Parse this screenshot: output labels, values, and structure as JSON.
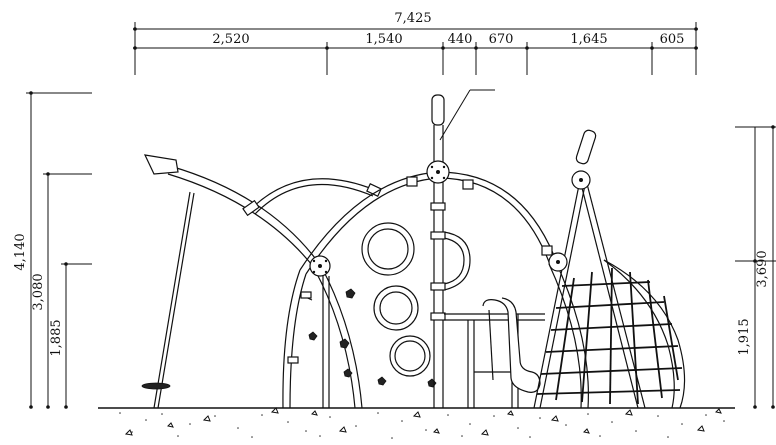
{
  "dimensions": {
    "overall_width": "7,425",
    "segments": [
      "2,520",
      "1,540",
      "440",
      "670",
      "1,645",
      "605"
    ],
    "left_heights": [
      "4,140",
      "3,080",
      "1,885"
    ],
    "right_heights": [
      "3,690",
      "1,915"
    ]
  }
}
